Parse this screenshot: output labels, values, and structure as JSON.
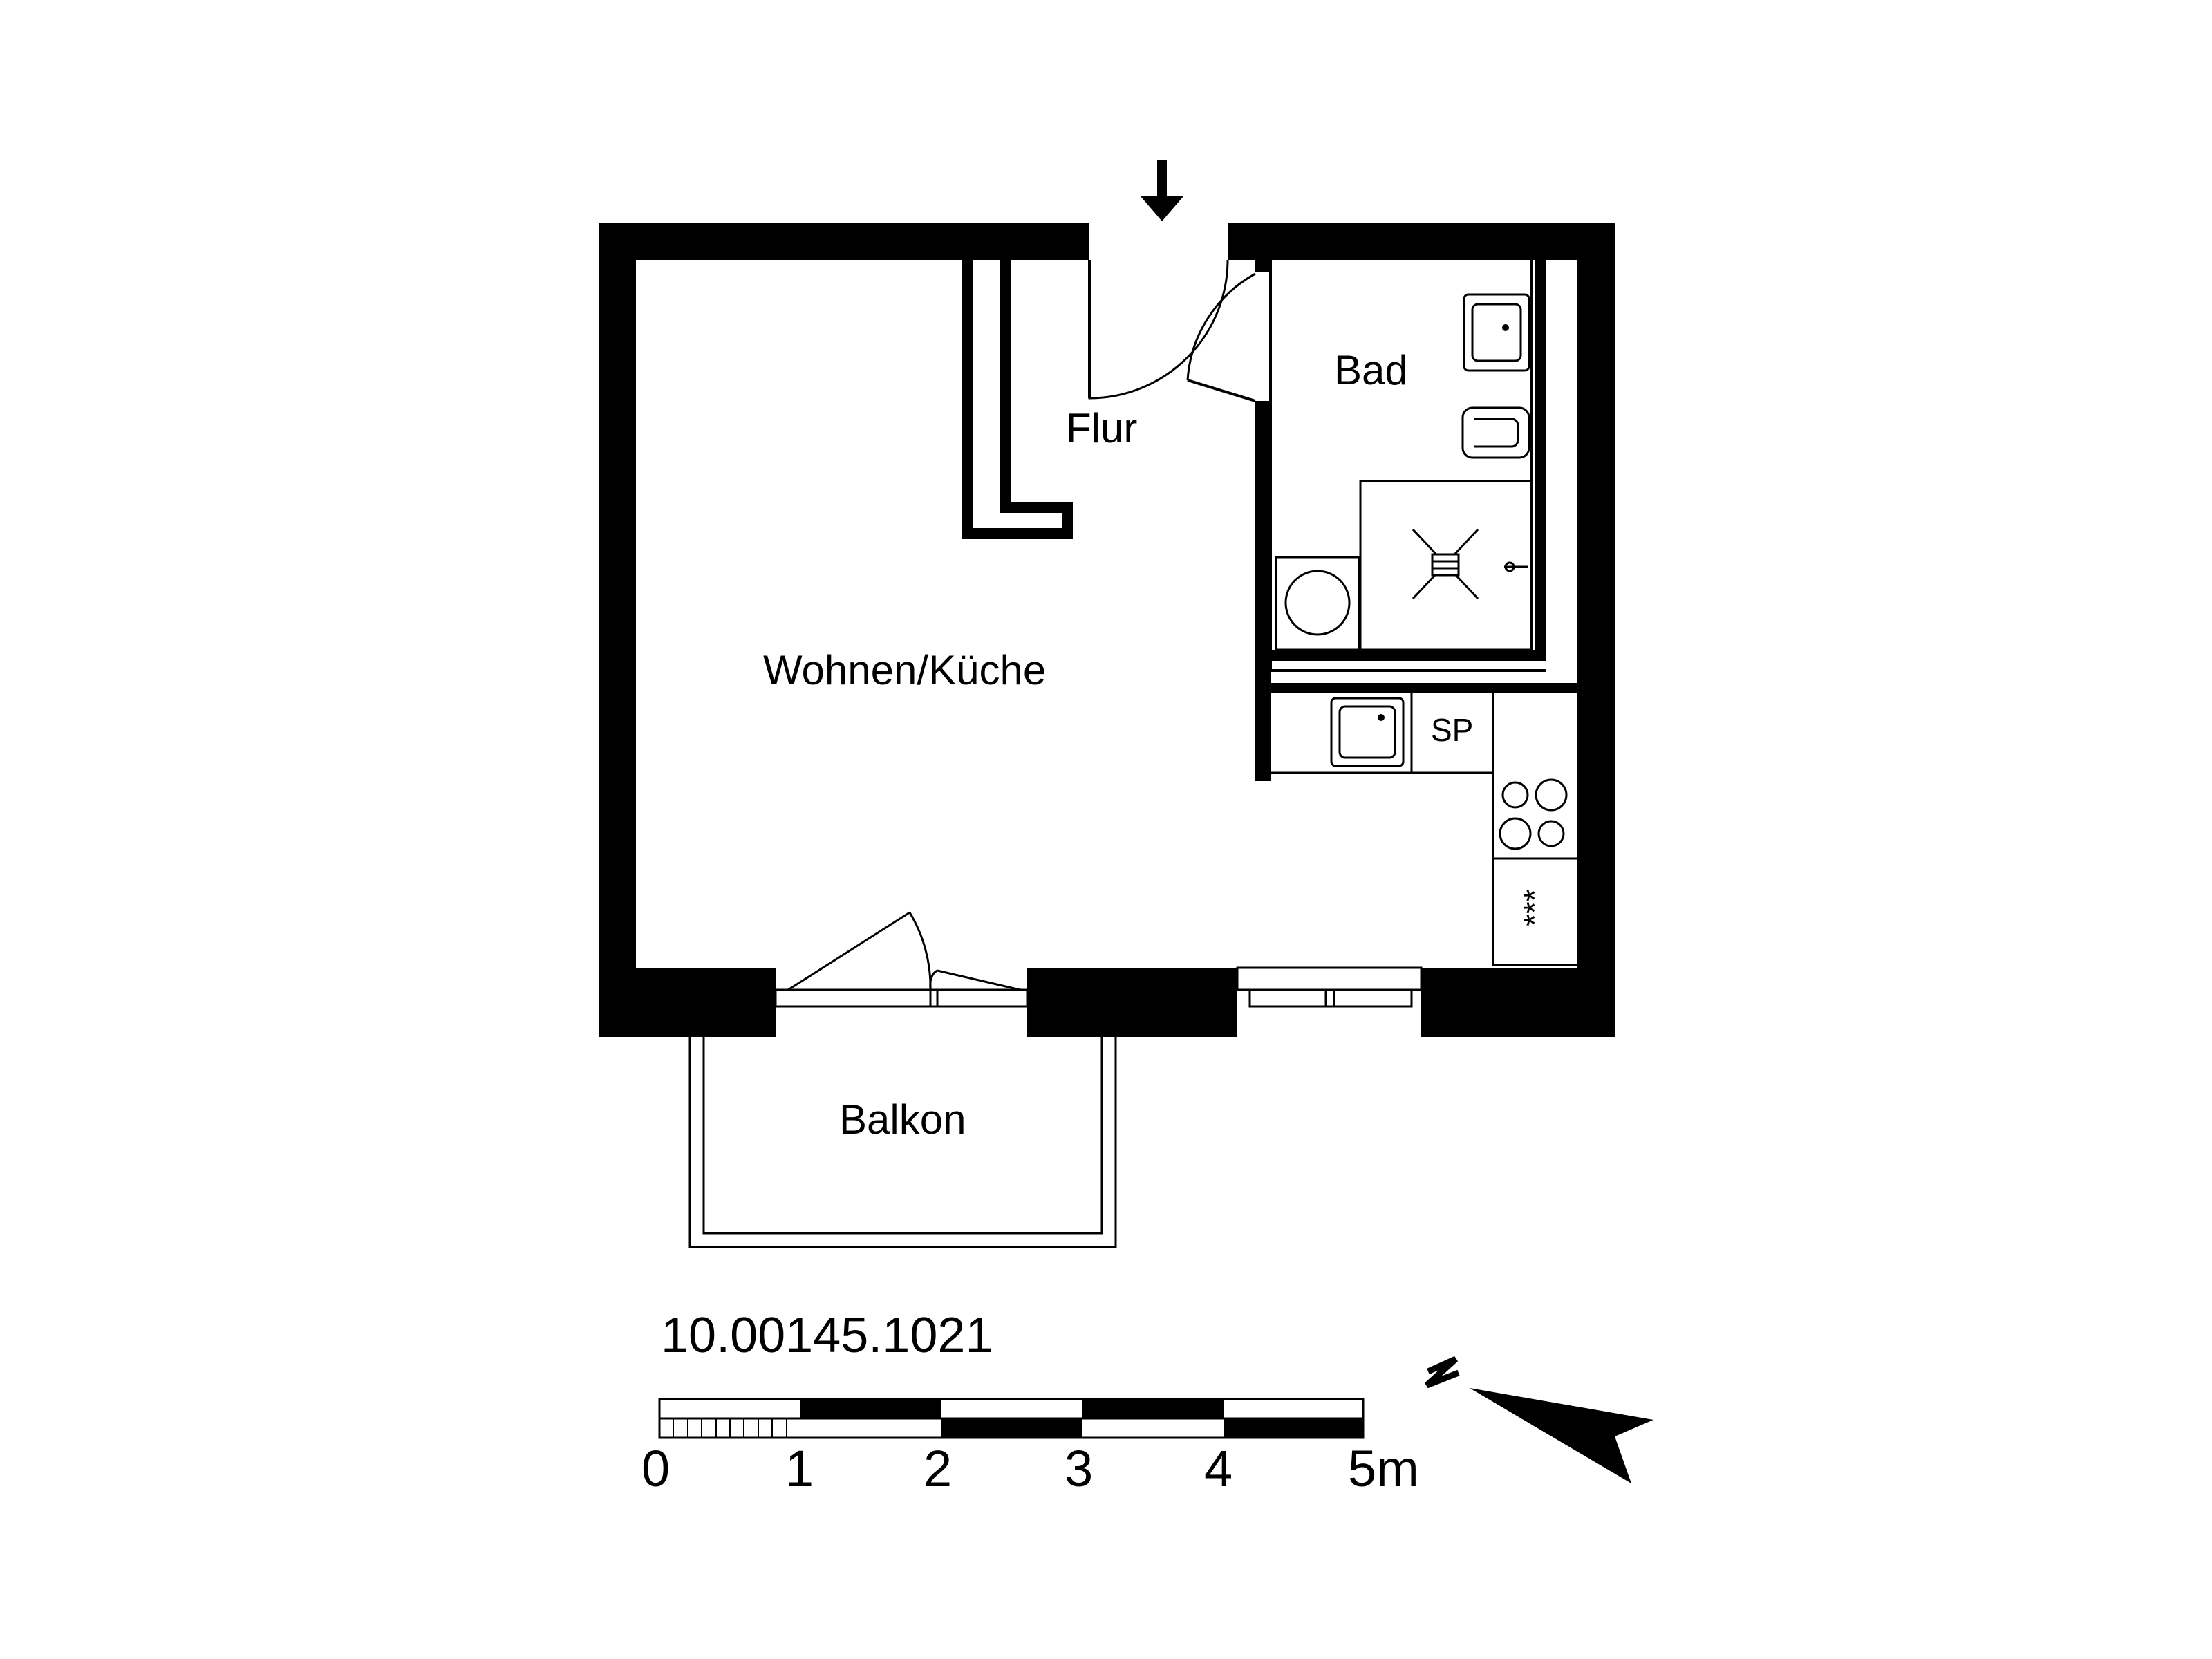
{
  "rooms": {
    "living_kitchen": "Wohnen/Küche",
    "hall": "Flur",
    "bath": "Bad",
    "balcony": "Balkon"
  },
  "kitchen": {
    "dishwasher_label": "SP",
    "fridge_label": "***"
  },
  "plan_id": "10.00145.1021",
  "scale": {
    "ticks": [
      "0",
      "1",
      "2",
      "3",
      "4",
      "5m"
    ]
  },
  "icons": {
    "entrance": "entrance-arrow-icon",
    "north": "north-arrow-icon"
  }
}
